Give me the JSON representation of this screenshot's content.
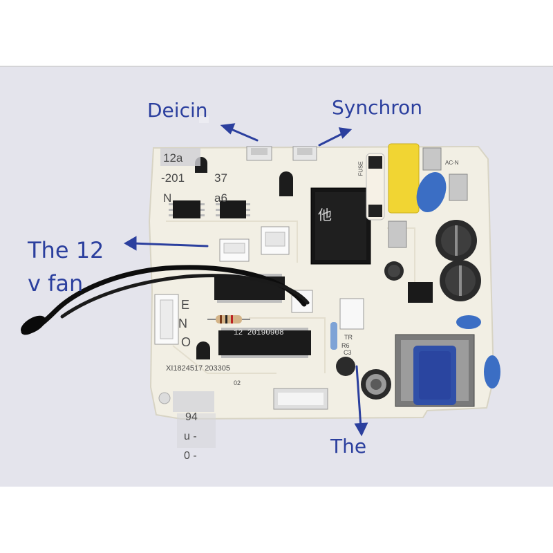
{
  "annotations": {
    "deicin": "Deicin",
    "synchron": "Synchron",
    "fan_line1": "The 12",
    "fan_line2": "v fan",
    "the": "The"
  },
  "board_text": {
    "t12a": "12a",
    "t201": "-201",
    "t37": "37",
    "tN": "N",
    "ta6": "a6",
    "tE": "E",
    "tN2": "N",
    "tO": "O",
    "chip": "12 20190908",
    "serial": "XI1824517 203305",
    "t02": "02",
    "t94": "94",
    "tu": "u -",
    "t0": "0 -",
    "relay_glyph": "他",
    "fuse": "FUSE",
    "tr": "TR",
    "r6": "R6",
    "c3": "C3",
    "acn": "AC-N"
  },
  "colors": {
    "annotation_blue": "#2b3f9e",
    "board": "#f2efe4",
    "background": "#e4e4ec"
  }
}
